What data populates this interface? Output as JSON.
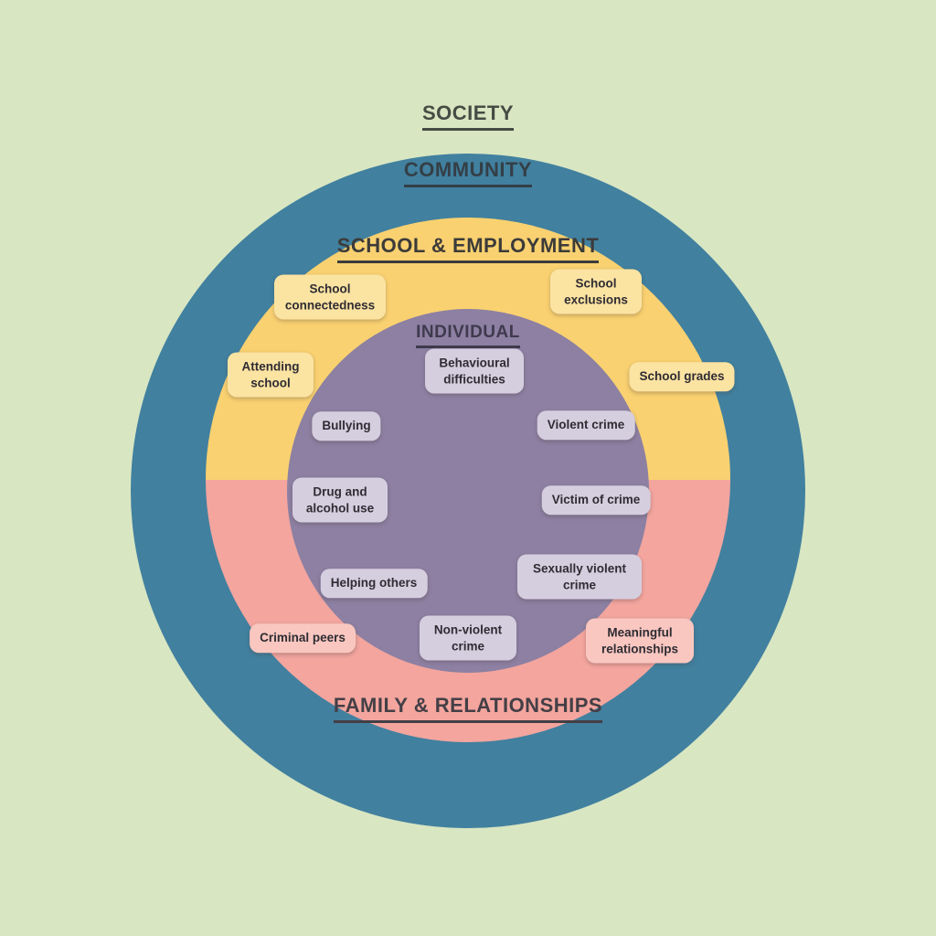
{
  "titles": {
    "society": "SOCIETY",
    "community": "COMMUNITY",
    "school_employment": "SCHOOL & EMPLOYMENT",
    "individual": "INDIVIDUAL",
    "family_relationships": "FAMILY & RELATIONSHIPS"
  },
  "pills": [
    {
      "label": "School connectedness",
      "zone": "school_employment"
    },
    {
      "label": "School exclusions",
      "zone": "school_employment"
    },
    {
      "label": "Attending school",
      "zone": "school_employment"
    },
    {
      "label": "School grades",
      "zone": "school_employment"
    },
    {
      "label": "Behavioural difficulties",
      "zone": "individual"
    },
    {
      "label": "Bullying",
      "zone": "individual"
    },
    {
      "label": "Violent crime",
      "zone": "individual"
    },
    {
      "label": "Drug and alcohol use",
      "zone": "individual"
    },
    {
      "label": "Victim of crime",
      "zone": "individual"
    },
    {
      "label": "Helping others",
      "zone": "individual"
    },
    {
      "label": "Sexually violent crime",
      "zone": "individual"
    },
    {
      "label": "Criminal peers",
      "zone": "family_relationships"
    },
    {
      "label": "Non-violent crime",
      "zone": "individual"
    },
    {
      "label": "Meaningful relationships",
      "zone": "family_relationships"
    }
  ],
  "colors": {
    "background": "#d8e6c2",
    "community_ring": "#41809f",
    "school_ring": "#f9d170",
    "family_ring": "#f3a59e",
    "individual_circle": "#8d80a2",
    "pill_yellow": "#fbe3a2",
    "pill_lavender": "#d5cedf",
    "pill_pink": "#f9c7c0",
    "heading_text": "#3a3f45",
    "pill_text": "#2f2c33"
  }
}
